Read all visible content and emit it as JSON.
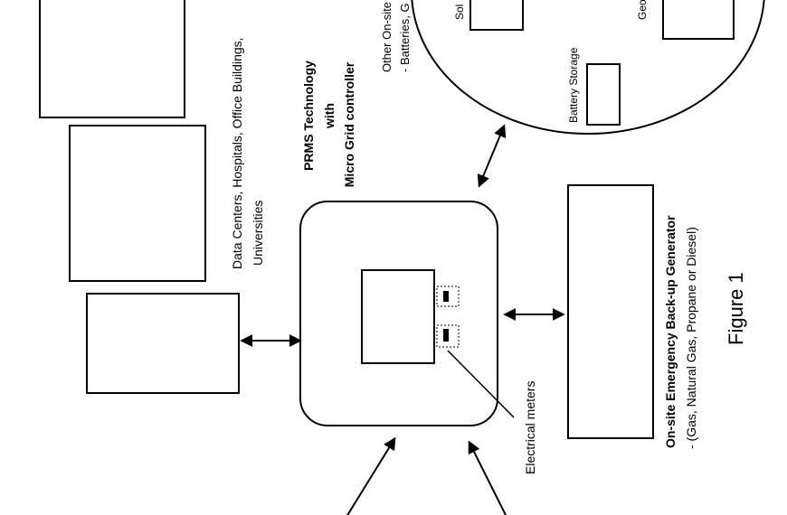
{
  "buildings_label": {
    "line1": "Data Centers, Hospitals, Office Buildings,",
    "line2": "Universities"
  },
  "controller_label": {
    "line1": "PRMS Technology",
    "line2": "with",
    "line3": "Micro Grid controller"
  },
  "meters_label": "Electrical meters",
  "onsite_label": {
    "line1": "Other On-site",
    "line2": "- Batteries, G"
  },
  "circle_items": {
    "solar": "Sol",
    "geo": "Geo",
    "battery": "Battery Storage"
  },
  "generator_label": {
    "title": "On-site Emergency Back-up Generator",
    "detail": "- (Gas, Natural Gas, Propane or Diesel)"
  },
  "figure_caption": "Figure 1"
}
